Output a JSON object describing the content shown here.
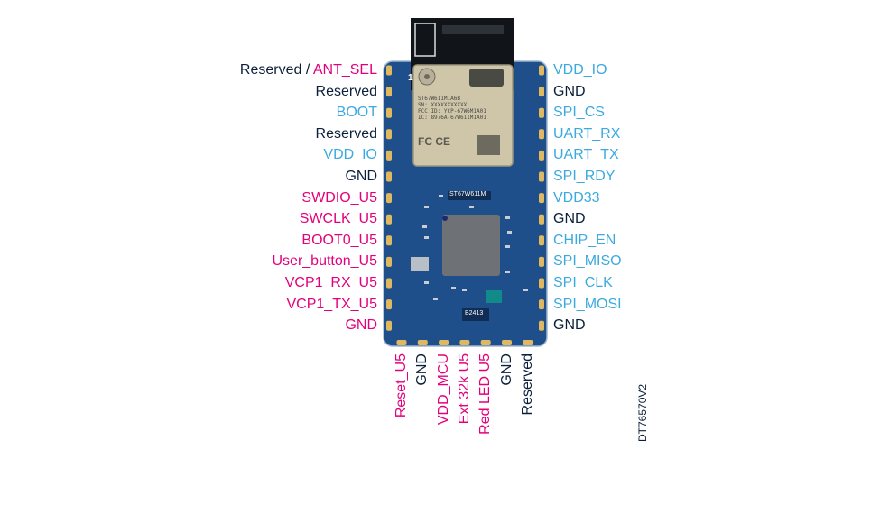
{
  "left_pins": [
    {
      "parts": [
        {
          "text": "Reserved / ",
          "color": "navy"
        },
        {
          "text": "ANT_SEL",
          "color": "pink"
        }
      ]
    },
    {
      "parts": [
        {
          "text": "Reserved",
          "color": "navy"
        }
      ]
    },
    {
      "parts": [
        {
          "text": "BOOT",
          "color": "blue"
        }
      ]
    },
    {
      "parts": [
        {
          "text": "Reserved",
          "color": "navy"
        }
      ]
    },
    {
      "parts": [
        {
          "text": "VDD_IO",
          "color": "blue"
        }
      ]
    },
    {
      "parts": [
        {
          "text": "GND",
          "color": "navy"
        }
      ]
    },
    {
      "parts": [
        {
          "text": "SWDIO_U5",
          "color": "pink"
        }
      ]
    },
    {
      "parts": [
        {
          "text": "SWCLK_U5",
          "color": "pink"
        }
      ]
    },
    {
      "parts": [
        {
          "text": "BOOT0_U5",
          "color": "pink"
        }
      ]
    },
    {
      "parts": [
        {
          "text": "User_button_U5",
          "color": "pink"
        }
      ]
    },
    {
      "parts": [
        {
          "text": "VCP1_RX_U5",
          "color": "pink"
        }
      ]
    },
    {
      "parts": [
        {
          "text": "VCP1_TX_U5",
          "color": "pink"
        }
      ]
    },
    {
      "parts": [
        {
          "text": "GND",
          "color": "pink"
        }
      ]
    }
  ],
  "right_pins": [
    {
      "text": "VDD_IO",
      "color": "blue"
    },
    {
      "text": "GND",
      "color": "navy"
    },
    {
      "text": "SPI_CS",
      "color": "blue"
    },
    {
      "text": "UART_RX",
      "color": "blue"
    },
    {
      "text": "UART_TX",
      "color": "blue"
    },
    {
      "text": "SPI_RDY",
      "color": "blue"
    },
    {
      "text": "VDD33",
      "color": "blue"
    },
    {
      "text": "GND",
      "color": "navy"
    },
    {
      "text": "CHIP_EN",
      "color": "blue"
    },
    {
      "text": "SPI_MISO",
      "color": "blue"
    },
    {
      "text": "SPI_CLK",
      "color": "blue"
    },
    {
      "text": "SPI_MOSI",
      "color": "blue"
    },
    {
      "text": "GND",
      "color": "navy"
    }
  ],
  "bottom_pins": [
    {
      "text": "Reset_U5",
      "color": "pink"
    },
    {
      "text": "GND",
      "color": "navy"
    },
    {
      "text": "VDD_MCU",
      "color": "pink"
    },
    {
      "text": "Ext 32k U5",
      "color": "pink"
    },
    {
      "text": "Red LED U5",
      "color": "pink"
    },
    {
      "text": "GND",
      "color": "navy"
    },
    {
      "text": "Reserved",
      "color": "navy"
    }
  ],
  "colors": {
    "navy": "#0b1f3a",
    "pink": "#e4007c",
    "blue": "#3caadf",
    "board": "#1f4f8a",
    "pad": "#e0b860"
  },
  "module": {
    "lines": [
      "ST67W611M1A6B",
      "SN: XXXXXXXXXXX",
      "FCC ID: YCP-67W6M1A01",
      "IC: 8976A-67W611M1A01"
    ],
    "pin1": "1",
    "silk_top": "ST67W611M",
    "silk_bottom": "B2413"
  },
  "figure_id": "DT76570V2"
}
